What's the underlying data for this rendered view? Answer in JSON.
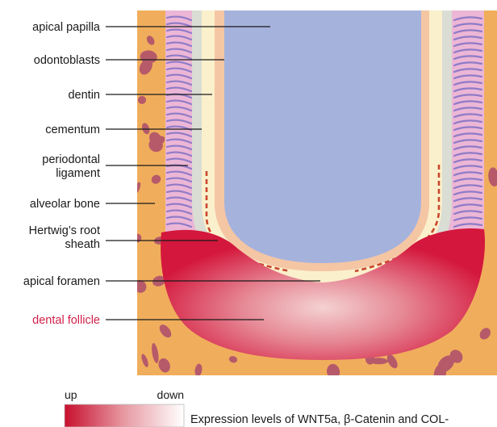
{
  "labels": {
    "apical_papilla": "apical papilla",
    "odontoblasts": "odontoblasts",
    "dentin": "dentin",
    "cementum": "cementum",
    "periodontal_ligament_1": "periodontal",
    "periodontal_ligament_2": "ligament",
    "alveolar_bone": "alveolar bone",
    "hertwig_1": "Hertwig’s root",
    "hertwig_2": "sheath",
    "apical_foramen": "apical foramen",
    "dental_follicle": "dental follicle"
  },
  "legend": {
    "up": "up",
    "down": "down",
    "caption": "Expression levels of WNT5a, β-Catenin and COL-"
  },
  "colors": {
    "bone": "#f0ae5c",
    "bone_spots": "#b65a6a",
    "ligament": "#ecb6d6",
    "fibers": "#8f7bc7",
    "cementum": "#d9ddd3",
    "dentin": "#fbf0cc",
    "odontoblasts": "#f5c6a3",
    "papilla": "#a5b3dc",
    "follicle_high": "#d4173c",
    "follicle_low": "#f4d2d2",
    "sheath": "#c8462c",
    "label_red": "#d0214a"
  }
}
